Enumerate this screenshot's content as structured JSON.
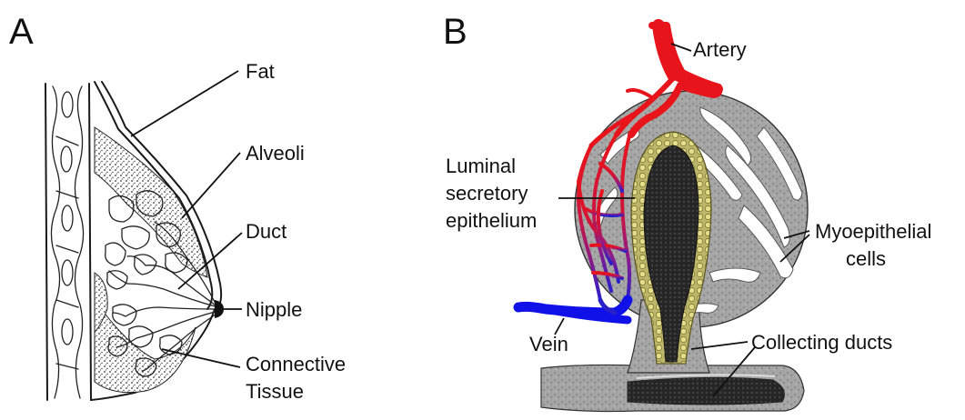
{
  "panel_a": {
    "letter": "A",
    "labels": {
      "fat": "Fat",
      "alveoli": "Alveoli",
      "duct": "Duct",
      "nipple": "Nipple",
      "connective_line1": "Connective",
      "connective_line2": "Tissue"
    }
  },
  "panel_b": {
    "letter": "B",
    "labels": {
      "artery": "Artery",
      "luminal_line1": "Luminal",
      "luminal_line2": "secretory",
      "luminal_line3": "epithelium",
      "myo_line1": "Myoepithelial",
      "myo_line2": "cells",
      "vein": "Vein",
      "collecting_ducts": "Collecting ducts"
    }
  },
  "colors": {
    "artery": "#e8141b",
    "vein": "#1010e8",
    "epithelium": "#d9d27a",
    "lumen": "#262626",
    "tissue": "#9a9a9a"
  }
}
